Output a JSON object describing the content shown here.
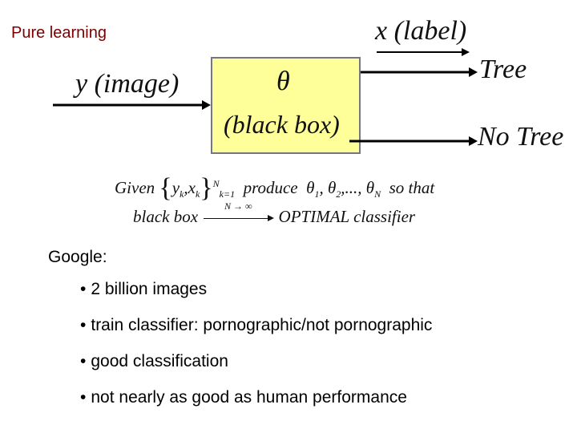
{
  "slide": {
    "title": "Pure learning"
  },
  "diagram": {
    "x_label": "x (label)",
    "y_label": "y (image)",
    "box_symbol": "θ",
    "box_caption": "(black box)",
    "output_1": "Tree",
    "output_2": "No Tree",
    "box_fill": "#ffff99"
  },
  "formula": {
    "given": "Given",
    "y": "y",
    "x": "x",
    "k": "k",
    "N": "N",
    "k1": "k=1",
    "produce": "produce",
    "thetas": "θ",
    "theta_subs": [
      "1",
      "2",
      "N"
    ],
    "so_that": "so that",
    "black_box": "black box",
    "limit": "N → ∞",
    "optimal": "OPTIMAL classifier"
  },
  "google": {
    "heading": "Google:",
    "bullets": [
      "2 billion images",
      "train classifier: pornographic/not pornographic",
      "good classification",
      "not nearly as good as human performance"
    ]
  }
}
